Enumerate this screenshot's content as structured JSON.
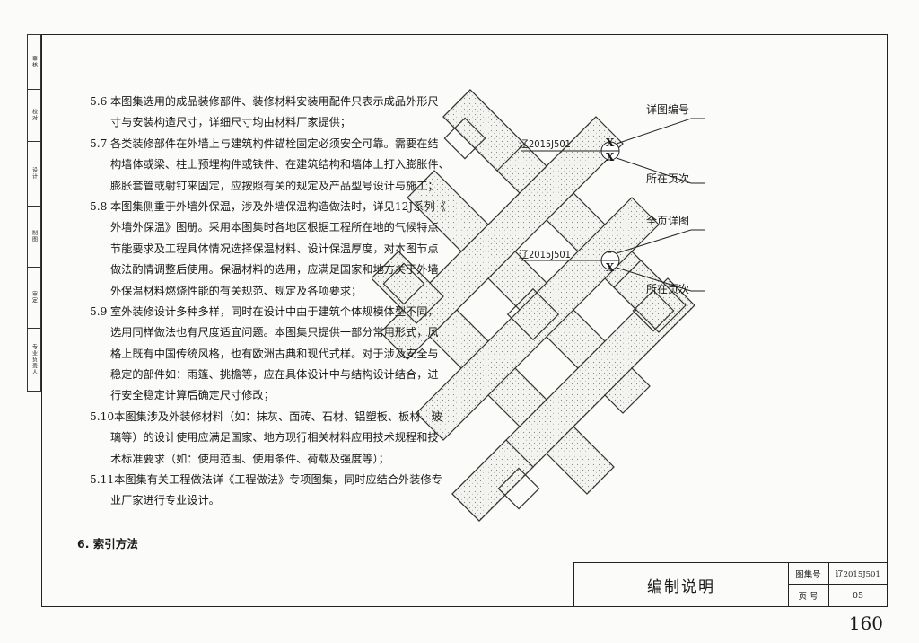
{
  "sidebar": [
    "审核",
    "校对",
    "设计",
    "制图",
    "审定",
    "专业负责人"
  ],
  "paragraphs": [
    {
      "mark": "5.6",
      "lines": [
        "本图集选用的成品装修部件、装修材料安装用配件只表示成品外形尺",
        "寸与安装构造尺寸，详细尺寸均由材料厂家提供；"
      ]
    },
    {
      "mark": "5.7",
      "lines": [
        "各类装修部件在外墙上与建筑构件锚栓固定必须安全可靠。需要在结",
        "构墙体或梁、柱上预埋构件或铁件、在建筑结构和墙体上打入膨胀件、",
        "膨胀套管或射钉来固定，应按照有关的规定及产品型号设计与施工；"
      ]
    },
    {
      "mark": "5.8",
      "lines": [
        "本图集侧重于外墙外保温，涉及外墙保温构造做法时，详见12J系列《",
        "外墙外保温》图册。采用本图集时各地区根据工程所在地的气候特点",
        "节能要求及工程具体情况选择保温材料、设计保温厚度，对本图节点",
        "做法酌情调整后使用。保温材料的选用，应满足国家和地方关于外墙",
        "外保温材料燃烧性能的有关规范、规定及各项要求；"
      ]
    },
    {
      "mark": "5.9",
      "lines": [
        "室外装修设计多种多样，同时在设计中由于建筑个体规模体型不同，",
        "选用同样做法也有尺度适宜问题。本图集只提供一部分常用形式，风",
        "格上既有中国传统风格，也有欧洲古典和现代式样。对于涉及安全与",
        "稳定的部件如：雨篷、挑檐等，应在具体设计中与结构设计结合，进",
        "行安全稳定计算后确定尺寸修改；"
      ]
    },
    {
      "mark": "5.10",
      "lines": [
        "本图集涉及外装修材料（如：抹灰、面砖、石材、铝塑板、板材、玻",
        "璃等）的设计使用应满足国家、地方现行相关材料应用技术规程和技",
        "术标准要求（如：使用范围、使用条件、荷载及强度等）；"
      ]
    },
    {
      "mark": "5.11",
      "lines": [
        "本图集有关工程做法详《工程做法》专项图集，同时应结合外装修专",
        "业厂家进行专业设计。"
      ]
    }
  ],
  "section_heading": "6. 索引方法",
  "callout1": {
    "top_label": "详图编号",
    "code": "辽2015J501",
    "upper_symbol": "X",
    "lower_symbol": "X",
    "bottom_label": "所在页次"
  },
  "callout2": {
    "top_label": "全页详图",
    "code": "辽2015J501",
    "upper_symbol": "-",
    "lower_symbol": "X",
    "bottom_label": "所在页次"
  },
  "title_block": {
    "title": "编制说明",
    "atlas_label": "图集号",
    "atlas_value": "辽2015J501",
    "page_label": "页  号",
    "page_value": "05"
  },
  "page_number": "160"
}
